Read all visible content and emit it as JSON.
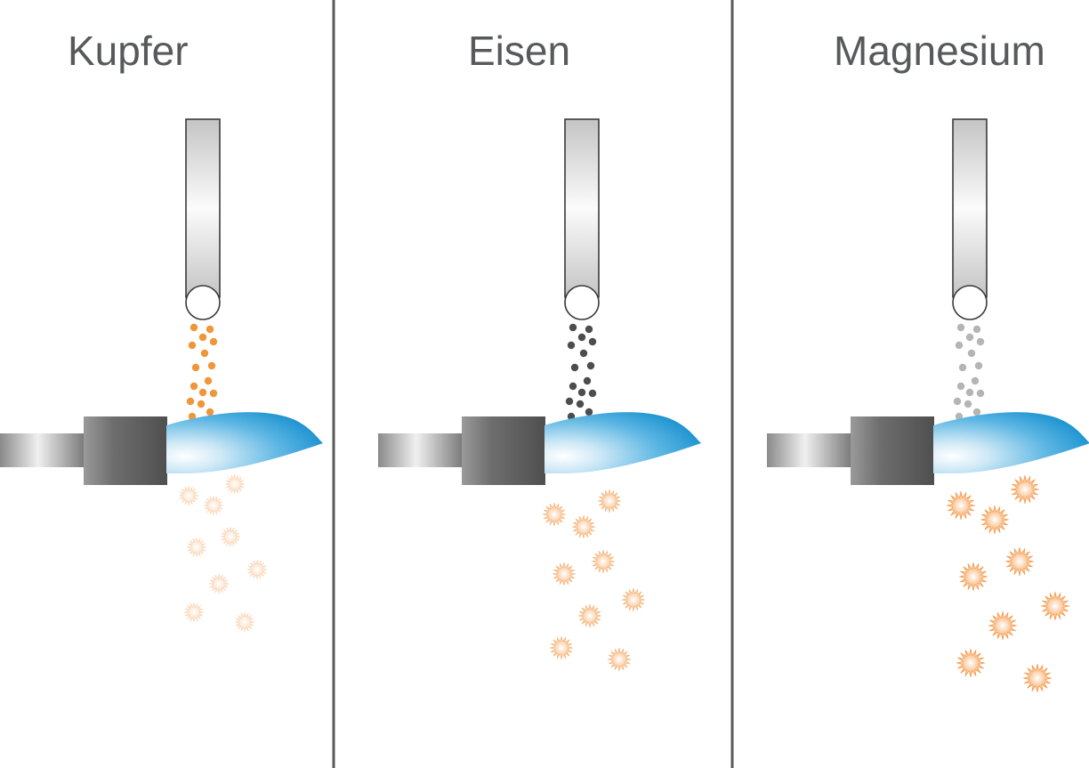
{
  "panels": [
    {
      "metal": "Kupfer",
      "powder_color": "#f0963a",
      "spark_intensity": "weak"
    },
    {
      "metal": "Eisen",
      "powder_color": "#4d4d4d",
      "spark_intensity": "medium"
    },
    {
      "metal": "Magnesium",
      "powder_color": "#b5b5b5",
      "spark_intensity": "strong"
    }
  ],
  "colors": {
    "divider": "#58595b",
    "title": "#58595b",
    "flame": "#1e98d3",
    "spark": "#f39a4c"
  },
  "icons": {
    "powder_tube": "glass-tube",
    "burner": "bunsen-burner",
    "flame": "flame",
    "spark": "spark-starburst"
  }
}
